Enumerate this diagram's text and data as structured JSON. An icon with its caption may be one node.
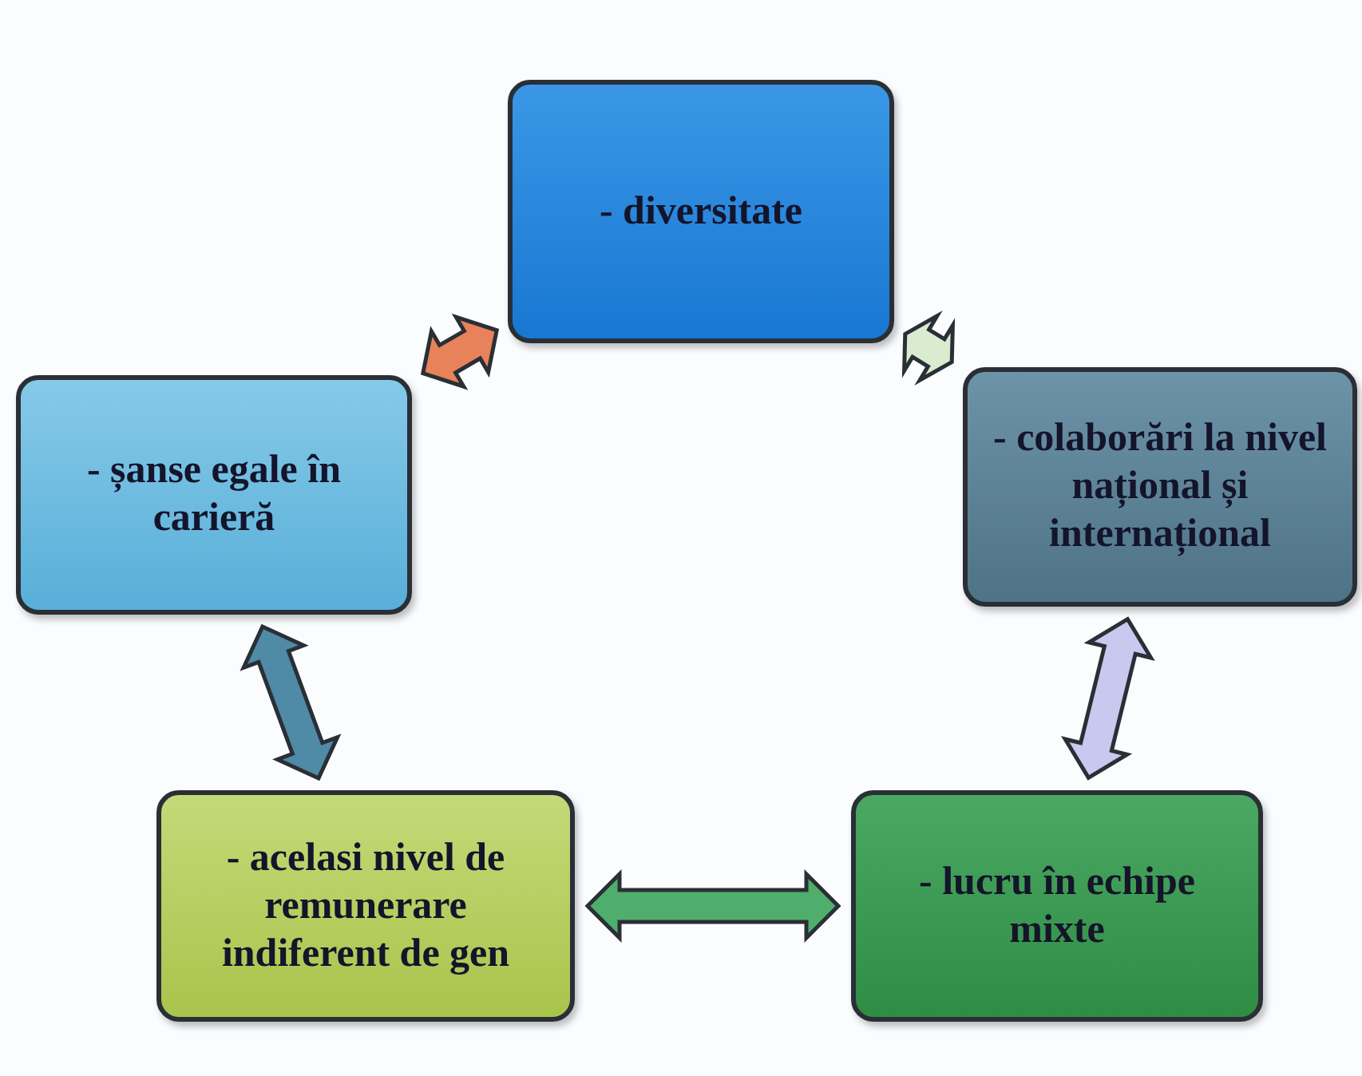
{
  "diagram": {
    "nodes": [
      {
        "text": [
          "- diversitate"
        ]
      },
      {
        "text": [
          "- colaborări la nivel național și internațional"
        ]
      },
      {
        "text": [
          "- lucru în echipe mixte"
        ]
      },
      {
        "text": [
          "- acelasi nivel de remunerare indiferent de gen"
        ]
      },
      {
        "text": [
          "- șanse egale în carieră"
        ]
      }
    ],
    "edges": [
      {
        "from": 4,
        "to": 0,
        "arrow": "both",
        "color": "#e8825a"
      },
      {
        "from": 0,
        "to": 1,
        "arrow": "both",
        "color": "#d9ecd0"
      },
      {
        "from": 1,
        "to": 2,
        "arrow": "both",
        "color": "#c9c8ef"
      },
      {
        "from": 3,
        "to": 2,
        "arrow": "both",
        "color": "#4fae6c"
      },
      {
        "from": 4,
        "to": 3,
        "arrow": "both",
        "color": "#4f8aa6"
      }
    ]
  }
}
